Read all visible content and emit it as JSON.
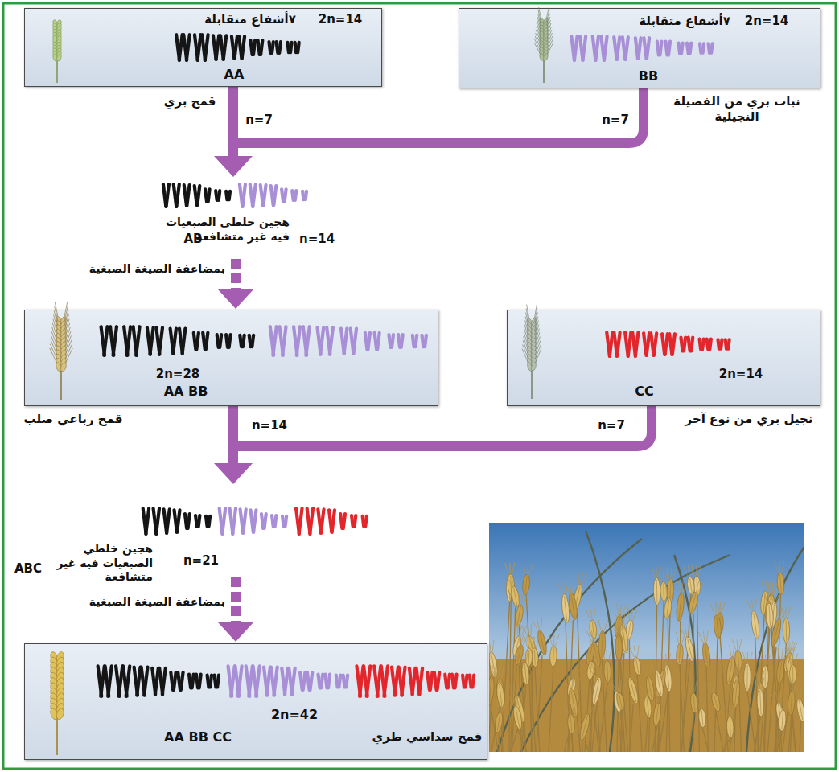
{
  "diagram": {
    "nodes": [
      {
        "text": [
          "٧أشفاع متقابلة",
          "2n=14",
          "AA",
          "قمح بري"
        ]
      },
      {
        "text": [
          "٧أشفاع متقابلة",
          "2n=14",
          "BB",
          "نبات بري من الفصيلة النجيلية"
        ]
      },
      {
        "text": [
          "2n=28",
          "AA BB",
          "قمح رباعي صلب"
        ]
      },
      {
        "text": [
          "2n=14",
          "CC",
          "نجيل بري من نوع آخر"
        ]
      },
      {
        "text": [
          "2n=42",
          "AA BB CC",
          "قمح سداسي طري"
        ]
      }
    ],
    "labels": [
      "n=7",
      "n=7",
      "هجين خلطي الصبغيات فيه غير متشافعة",
      "AB",
      "n=14",
      "بمضاعفة الصيغة الصبغية",
      "n=14",
      "n=7",
      "هجين خلطي الصبغيات فيه غير متشافعة",
      "ABC",
      "n=21",
      "بمضاعفة الصيغة الصبغية"
    ]
  }
}
